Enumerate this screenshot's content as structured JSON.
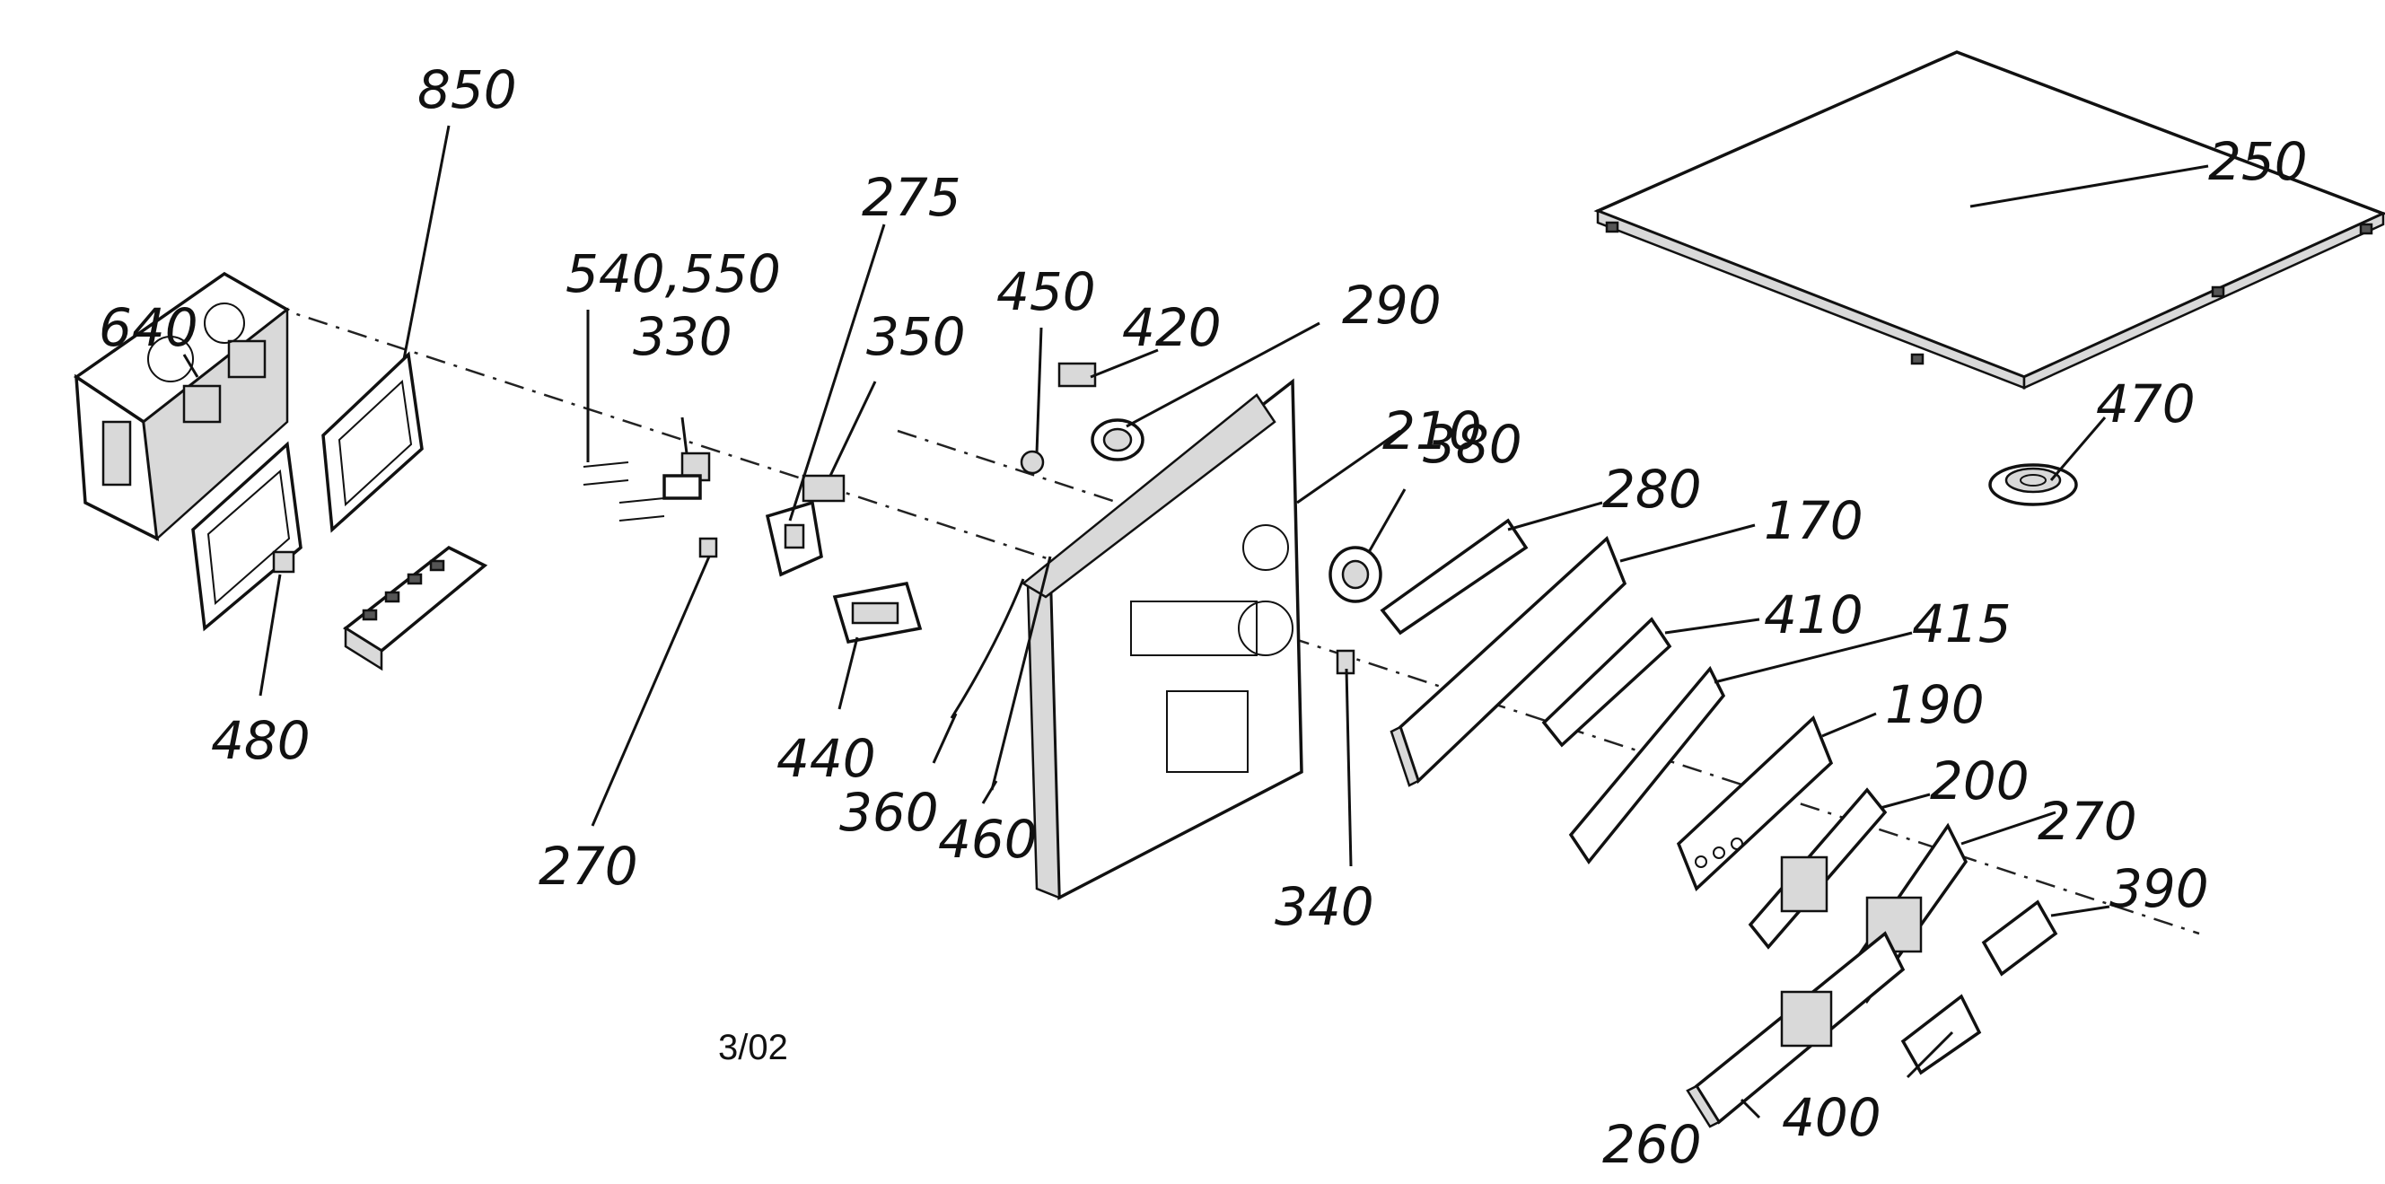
{
  "callouts": {
    "c850": "850",
    "c640": "640",
    "c540_550": "540,550",
    "c330": "330",
    "c275": "275",
    "c350": "350",
    "c450": "450",
    "c420": "420",
    "c290": "290",
    "c250": "250",
    "c470": "470",
    "c210": "210",
    "c380": "380",
    "c280": "280",
    "c170": "170",
    "c410": "410",
    "c415": "415",
    "c190": "190",
    "c200": "200",
    "c270_right": "270",
    "c390": "390",
    "c400": "400",
    "c260": "260",
    "c340": "340",
    "c460": "460",
    "c360": "360",
    "c440": "440",
    "c270_left": "270",
    "c480": "480"
  },
  "date_code": "3/02"
}
